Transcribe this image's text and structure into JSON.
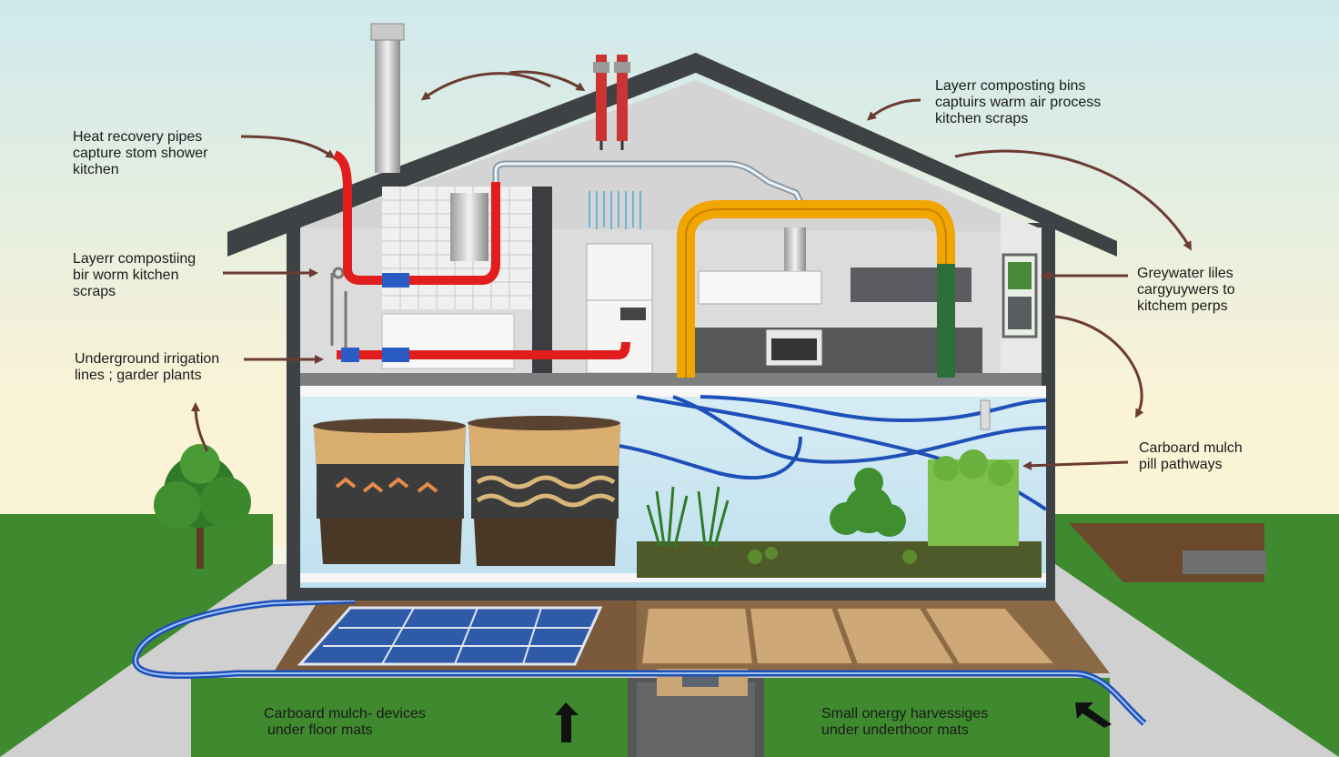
{
  "labels": {
    "heat_recovery": [
      "Heat recovery pipes",
      "capture stom shower",
      "kitchen"
    ],
    "layer_composting_left": [
      "Layerr compostiing",
      "bir worm kitchen",
      "scraps"
    ],
    "underground_irrigation": [
      "Underground irrigation",
      "lines ;  garder plants"
    ],
    "layer_composting_top": [
      "Layerr composting bins",
      "captuirs warm air process",
      "kitchen scraps"
    ],
    "greywater": [
      "Greywater liles",
      "cargyuywers to",
      "kitchem perps"
    ],
    "carboard_mulch_right": [
      "Carboard mulch",
      "pill pathways"
    ],
    "carboard_mulch_bottom": [
      "Carboard mulch- devices",
      "under floor mats"
    ],
    "small_energy": [
      "Small onergy harvessiges",
      "under underthoor mats"
    ]
  },
  "colors": {
    "sky_top": "#cfe9ec",
    "sky_bottom": "#fbf3d6",
    "grass": "#3f8a2e",
    "roof": "#3f4245",
    "wall": "#dcdcdc",
    "heat_pipe": "#e11d1d",
    "greywater_pipe": "#f0a500",
    "water_line": "#1f4fb8",
    "arrow": "#6b3a32",
    "soil": "#4a3826",
    "bin": "#d9ae6f"
  },
  "icons": [
    "chimney-icon",
    "vent-pipe-icon",
    "tree-icon",
    "compost-bin-icon",
    "solar-panel-icon",
    "plant-icon",
    "up-arrow-icon"
  ]
}
